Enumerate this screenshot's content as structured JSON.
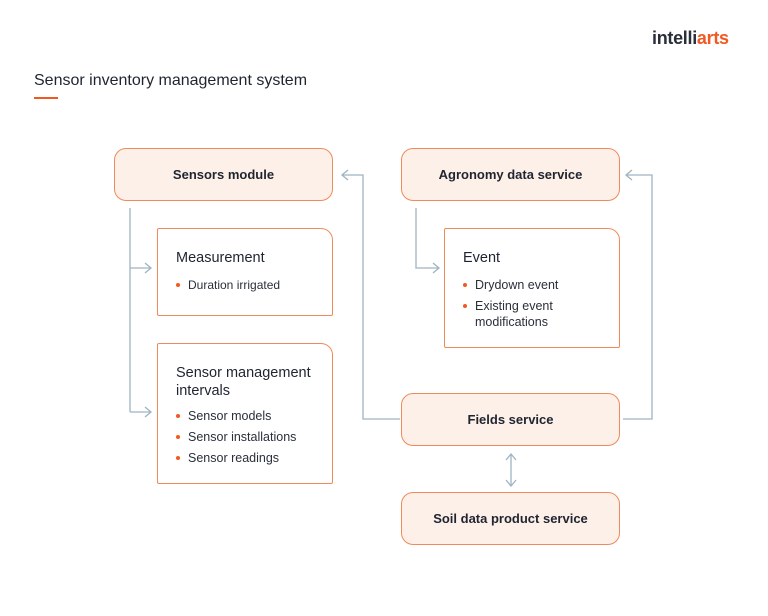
{
  "header": {
    "logo_prefix": "intelli",
    "logo_accent": "arts",
    "title": "Sensor inventory management system"
  },
  "nodes": {
    "sensors_module": "Sensors module",
    "agronomy_data_service": "Agronomy data service",
    "fields_service": "Fields service",
    "soil_data_product_service": "Soil data product service"
  },
  "cards": {
    "measurement": {
      "title": "Measurement",
      "items": [
        "Duration irrigated"
      ]
    },
    "sensor_management_intervals": {
      "title": "Sensor management intervals",
      "items": [
        "Sensor models",
        "Sensor installations",
        "Sensor readings"
      ]
    },
    "event": {
      "title": "Event",
      "items": [
        "Drydown event",
        "Existing event modifications"
      ]
    }
  },
  "colors": {
    "accent": "#f05a22",
    "box_border": "#f08a5a",
    "box_fill": "#fdf0e8",
    "connector": "#9fb3c4"
  }
}
